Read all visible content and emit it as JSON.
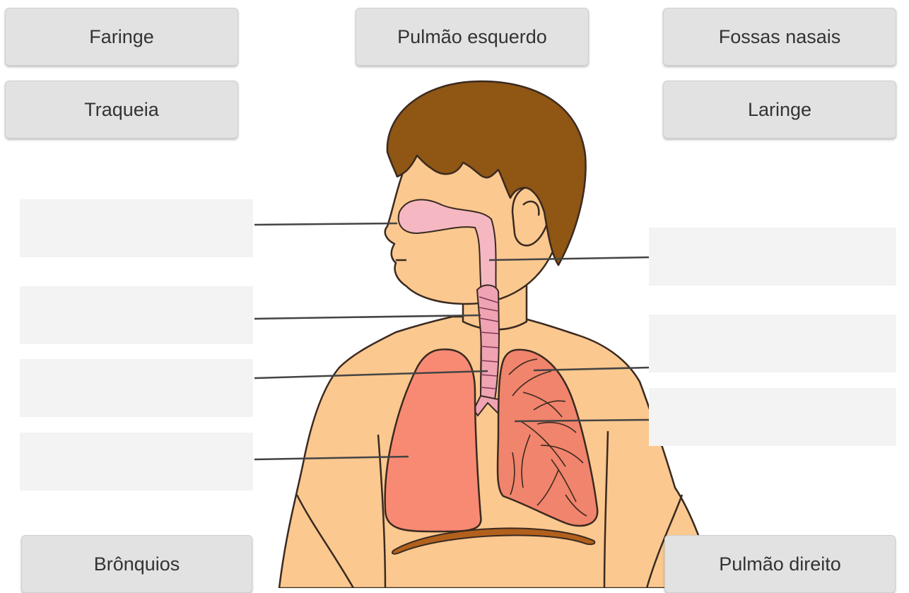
{
  "labels": {
    "faringe": "Faringe",
    "pulmao_esquerdo": "Pulmão esquerdo",
    "fossas_nasais": "Fossas nasais",
    "traqueia": "Traqueia",
    "laringe": "Laringe",
    "bronquios": "Brônquios",
    "pulmao_direito": "Pulmão direito"
  },
  "colors": {
    "skin": "#fbc88f",
    "hair": "#8f5614",
    "airway": "#f5b8c3",
    "left_lung": "#f88a73",
    "right_lung": "#f1846c",
    "diaphragm": "#b2611d",
    "outline": "#3a2a20"
  }
}
